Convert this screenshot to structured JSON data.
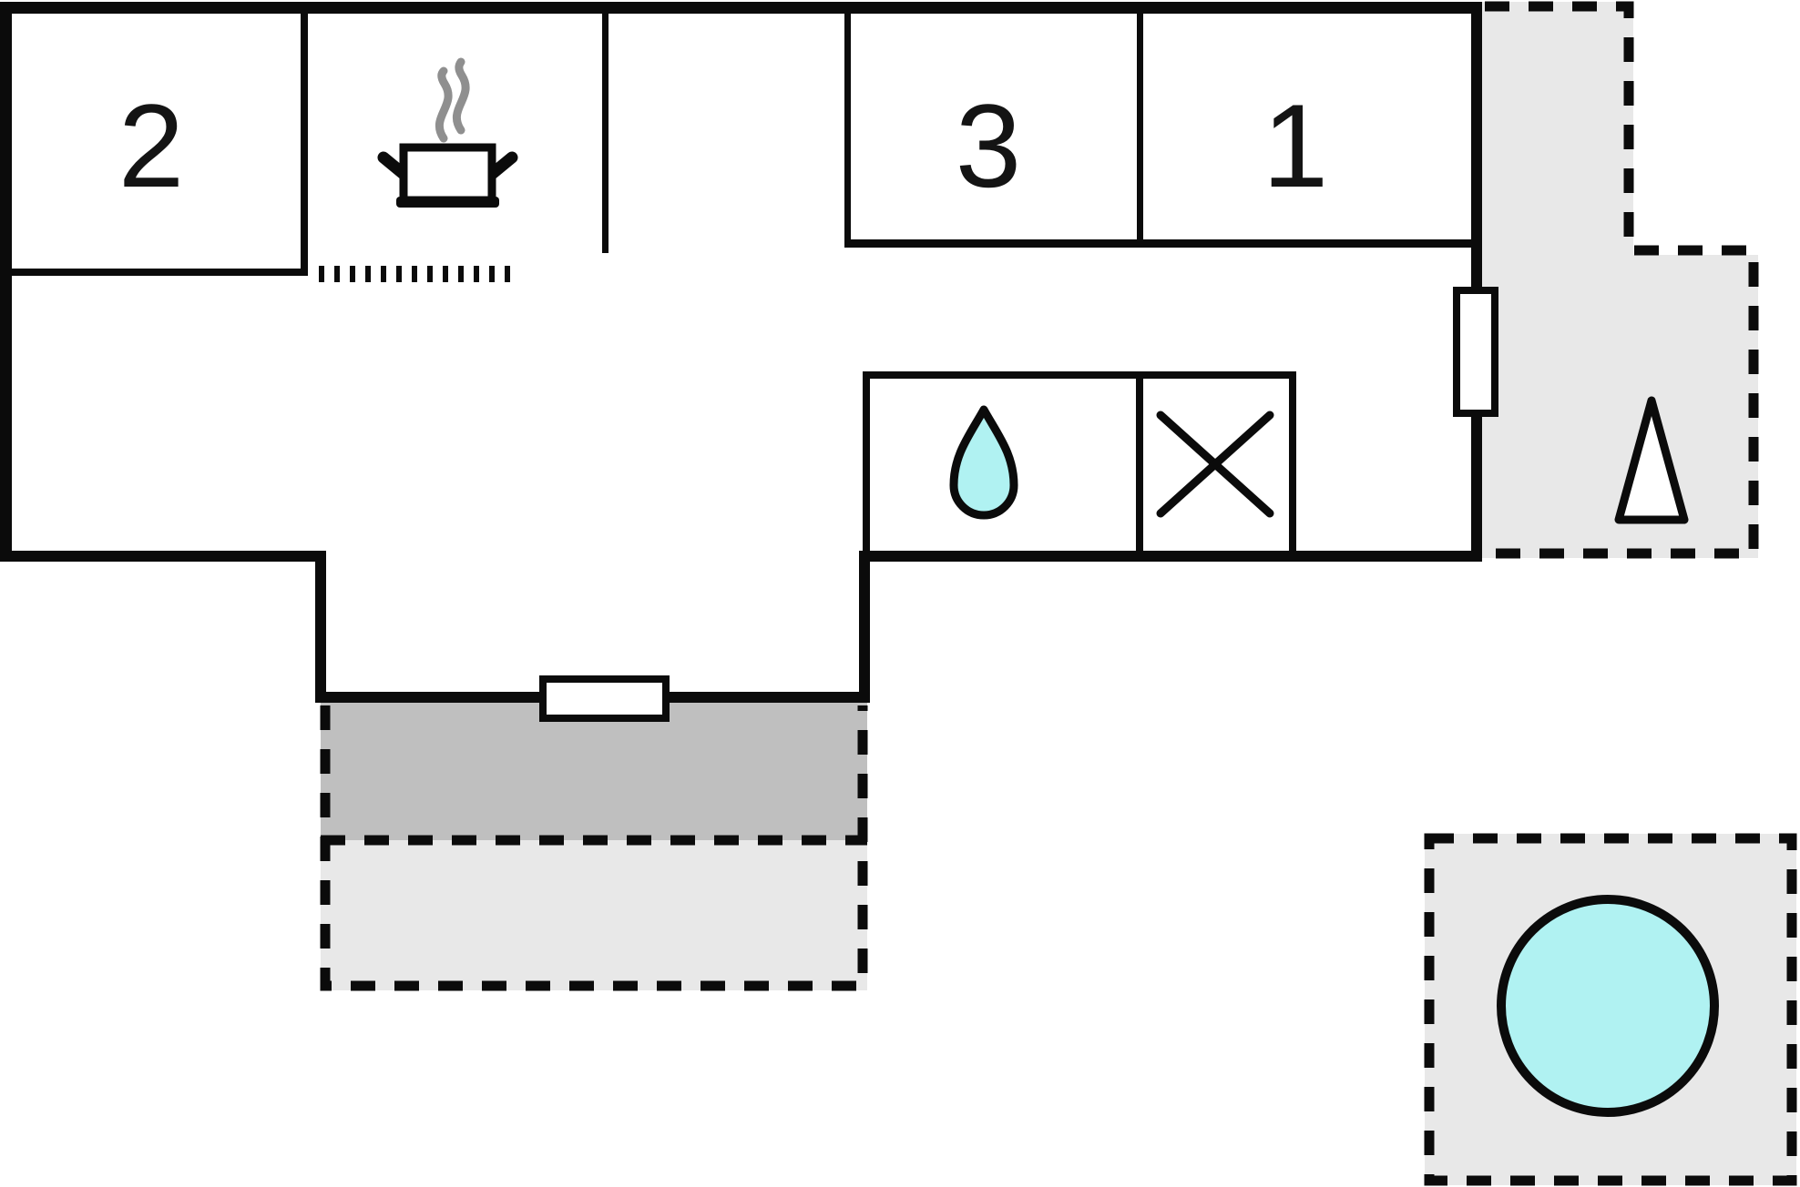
{
  "plan": {
    "room_labels": [
      "2",
      "3",
      "1"
    ]
  },
  "icons": {
    "stove_pot": "cooking-pot-with-steam",
    "water_drop": "water-drop",
    "crossed_box": "x-mark",
    "tree": "conifer-tree",
    "hot_tub": "round-hot-tub",
    "window": "window",
    "worktop": "kitchen-worktop-ticks"
  },
  "colors": {
    "wall": "#0b0b0b",
    "water": "#b0f2f2",
    "steam": "#8f8f8f",
    "terrace_upper": "#bfbfbf",
    "terrace_lower": "#e8e8e8",
    "patio": "#e8e8e8",
    "platform": "#e8e8e8",
    "icon_fill": "#ffffff",
    "label": "#141414"
  }
}
